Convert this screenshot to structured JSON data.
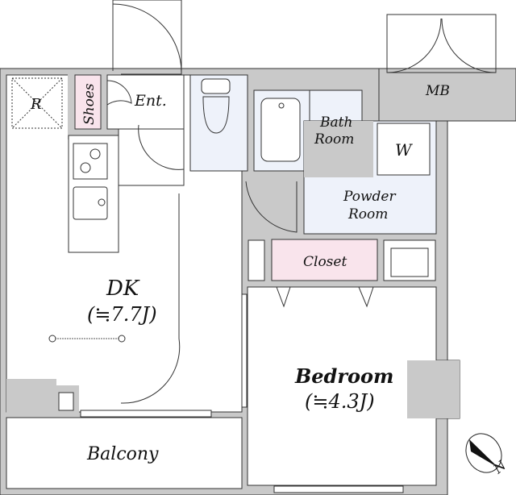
{
  "plan": {
    "rooms": {
      "refrigerator": "R",
      "shoes": "Shoes",
      "entrance": "Ent.",
      "bath_line1": "Bath",
      "bath_line2": "Room",
      "mb": "MB",
      "washer": "W",
      "powder_line1": "Powder",
      "powder_line2": "Room",
      "closet": "Closet",
      "dk": "DK",
      "dk_size": "(≒7.7J)",
      "bedroom": "Bedroom",
      "bedroom_size": "(≒4.3J)",
      "balcony": "Balcony"
    },
    "compass": "N",
    "colors": {
      "wall": "#c9c9c9",
      "wet_area": "#eef2fa",
      "storage": "#f9e4ec"
    }
  }
}
